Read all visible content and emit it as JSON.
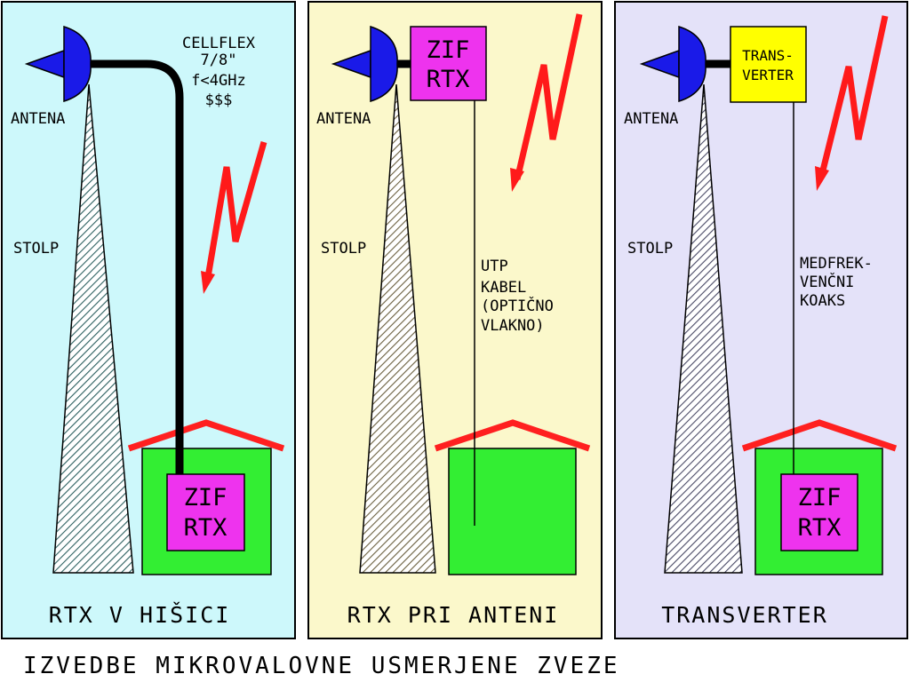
{
  "footer": {
    "title": "IZVEDBE MIKROVALOVNE USMERJENE ZVEZE"
  },
  "colors": {
    "panel1_bg": "#cdf8fb",
    "panel2_bg": "#fbf8cb",
    "panel3_bg": "#e4e2f9",
    "antenna": "#1a1ae8",
    "house": "#33ee33",
    "roof": "#ff2020",
    "zif_box": "#ee33ee",
    "transverter_box": "#ffff00",
    "lightning": "#ff1a1a",
    "tower_panel1": "#2c5f5f",
    "tower_panel2": "#6b6040",
    "tower_panel3": "#4a4a66"
  },
  "panels": [
    {
      "title": "RTX V HIŠICI",
      "antenna_label": "ANTENA",
      "tower_label": "STOLP",
      "cable_text": [
        "CELLFLEX",
        "7/8\"",
        "f<4GHz",
        "$$$"
      ],
      "house_box": [
        "ZIF",
        "RTX"
      ]
    },
    {
      "title": "RTX PRI ANTENI",
      "antenna_label": "ANTENA",
      "tower_label": "STOLP",
      "top_box": [
        "ZIF",
        "RTX"
      ],
      "cable_text": [
        "UTP",
        "KABEL",
        "(OPTIČNO",
        "VLAKNO)"
      ]
    },
    {
      "title": "TRANSVERTER",
      "antenna_label": "ANTENA",
      "tower_label": "STOLP",
      "top_box": [
        "TRANS-",
        "VERTER"
      ],
      "cable_text": [
        "MEDFREK-",
        "VENČNI",
        "KOAKS"
      ],
      "house_box": [
        "ZIF",
        "RTX"
      ]
    }
  ]
}
